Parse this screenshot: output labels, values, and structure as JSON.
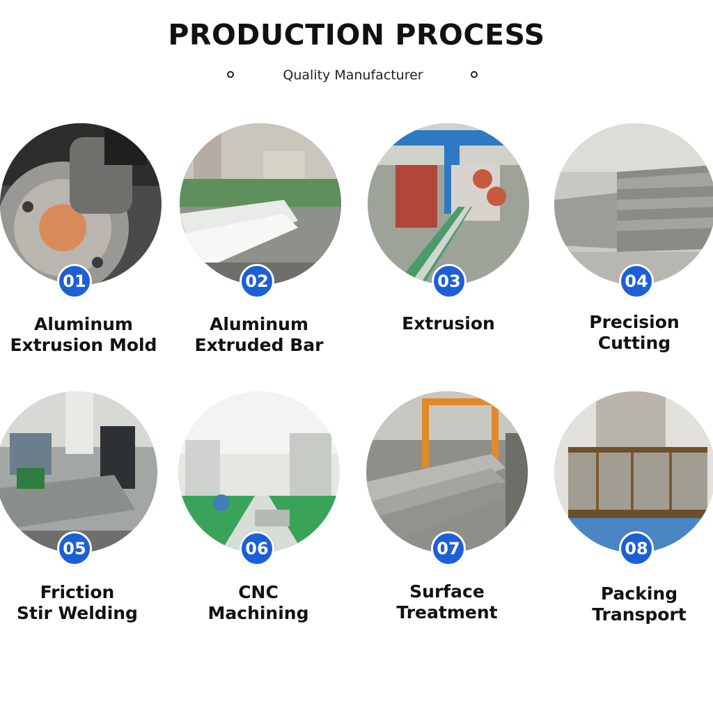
{
  "header": {
    "title": "PRODUCTION PROCESS",
    "subtitle": "Quality Manufacturer"
  },
  "accent_color": "#1d5fd6",
  "steps": [
    {
      "number": "01",
      "line1": "Aluminum",
      "line2": "Extrusion Mold"
    },
    {
      "number": "02",
      "line1": "Aluminum",
      "line2": "Extruded Bar"
    },
    {
      "number": "03",
      "line1": "Extrusion",
      "line2": ""
    },
    {
      "number": "04",
      "line1": "Precision",
      "line2": "Cutting"
    },
    {
      "number": "05",
      "line1": "Friction",
      "line2": "Stir Welding"
    },
    {
      "number": "06",
      "line1": "CNC",
      "line2": "Machining"
    },
    {
      "number": "07",
      "line1": "Surface",
      "line2": "Treatment"
    },
    {
      "number": "08",
      "line1": "Packing",
      "line2": "Transport"
    }
  ]
}
